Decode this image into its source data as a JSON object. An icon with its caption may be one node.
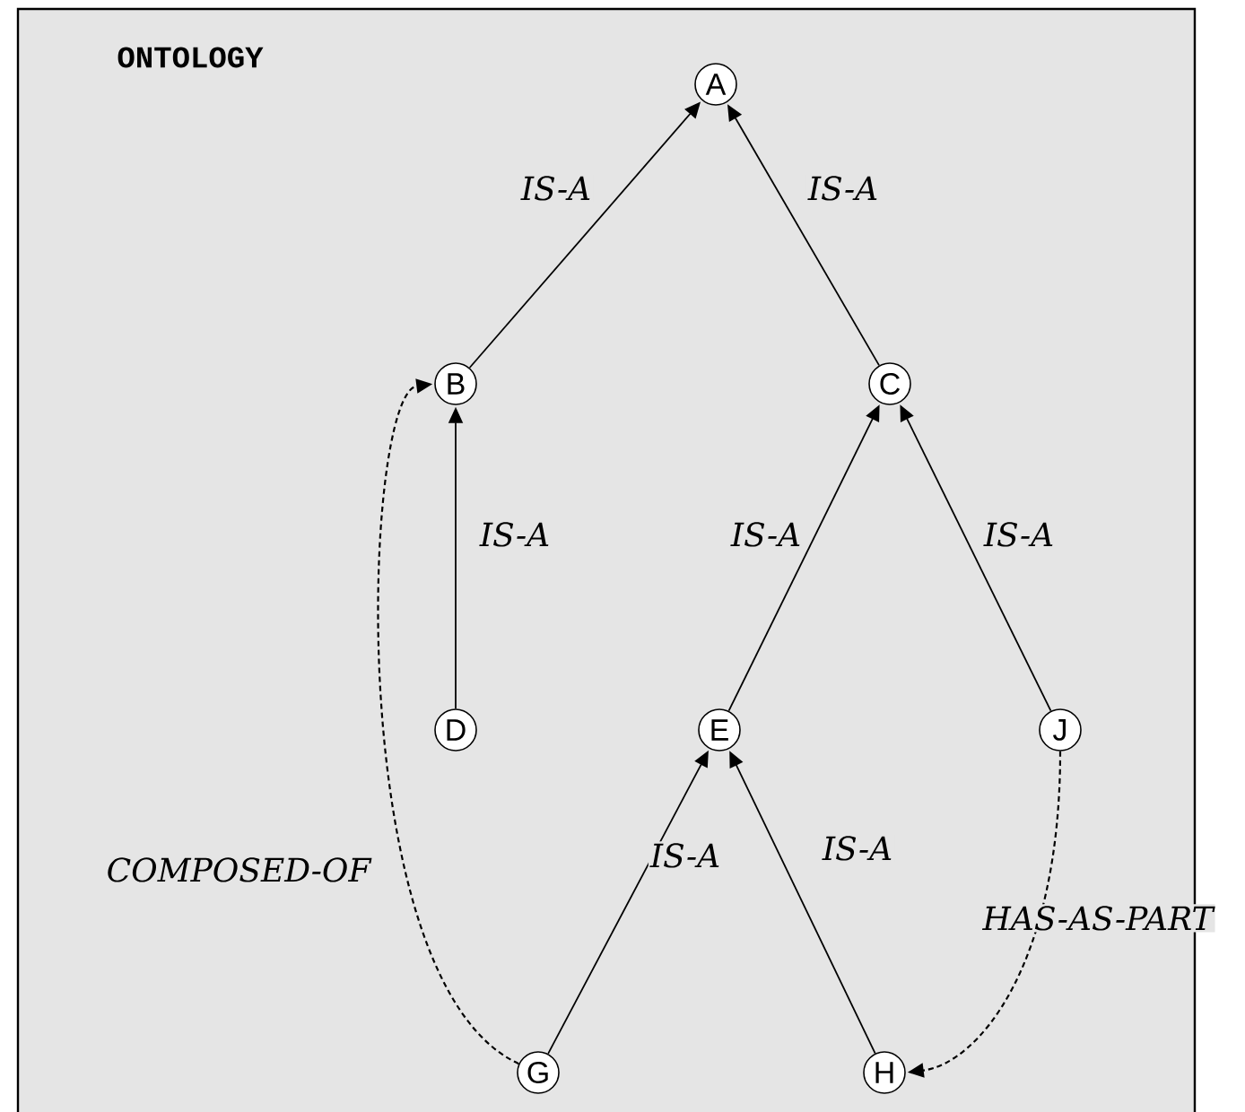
{
  "diagram": {
    "title": "ONTOLOGY",
    "nodes": [
      {
        "text": [
          "A"
        ]
      },
      {
        "text": [
          "B"
        ]
      },
      {
        "text": [
          "C"
        ]
      },
      {
        "text": [
          "D"
        ]
      },
      {
        "text": [
          "E"
        ]
      },
      {
        "text": [
          "J"
        ]
      },
      {
        "text": [
          "G"
        ]
      },
      {
        "text": [
          "H"
        ]
      }
    ],
    "edges": [
      {
        "from": 1,
        "to": 0,
        "arrow": "to",
        "label": "IS-A"
      },
      {
        "from": 2,
        "to": 0,
        "arrow": "to",
        "label": "IS-A"
      },
      {
        "from": 3,
        "to": 1,
        "arrow": "to",
        "label": "IS-A"
      },
      {
        "from": 4,
        "to": 2,
        "arrow": "to",
        "label": "IS-A"
      },
      {
        "from": 5,
        "to": 2,
        "arrow": "to",
        "label": "IS-A"
      },
      {
        "from": 6,
        "to": 4,
        "arrow": "to",
        "label": "IS-A"
      },
      {
        "from": 7,
        "to": 4,
        "arrow": "to",
        "label": "IS-A"
      },
      {
        "from": 6,
        "to": 1,
        "arrow": "to",
        "label": "COMPOSED-OF",
        "style": "dashed"
      },
      {
        "from": 5,
        "to": 7,
        "arrow": "to",
        "label": "HAS-AS-PART",
        "style": "dashed"
      }
    ]
  }
}
